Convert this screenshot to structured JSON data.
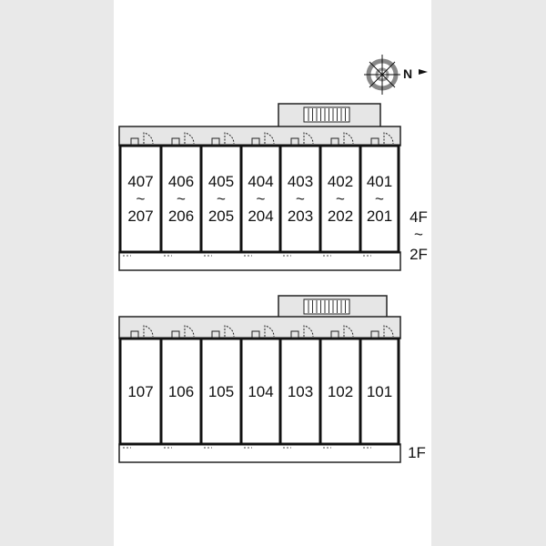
{
  "compass": {
    "north_label": "N"
  },
  "upper_block": {
    "floor_label_top": "4F",
    "floor_label_sep": "~",
    "floor_label_bottom": "2F",
    "units": [
      {
        "top": "407",
        "sep": "~",
        "bottom": "207"
      },
      {
        "top": "406",
        "sep": "~",
        "bottom": "206"
      },
      {
        "top": "405",
        "sep": "~",
        "bottom": "205"
      },
      {
        "top": "404",
        "sep": "~",
        "bottom": "204"
      },
      {
        "top": "403",
        "sep": "~",
        "bottom": "203"
      },
      {
        "top": "402",
        "sep": "~",
        "bottom": "202"
      },
      {
        "top": "401",
        "sep": "~",
        "bottom": "201"
      }
    ]
  },
  "lower_block": {
    "floor_label": "1F",
    "units": [
      {
        "top": "107"
      },
      {
        "top": "106"
      },
      {
        "top": "105"
      },
      {
        "top": "104"
      },
      {
        "top": "103"
      },
      {
        "top": "102"
      },
      {
        "top": "101"
      }
    ]
  },
  "colors": {
    "corridor": "#e6e6e6",
    "wall": "#111111",
    "side": "#e9e9e9"
  }
}
